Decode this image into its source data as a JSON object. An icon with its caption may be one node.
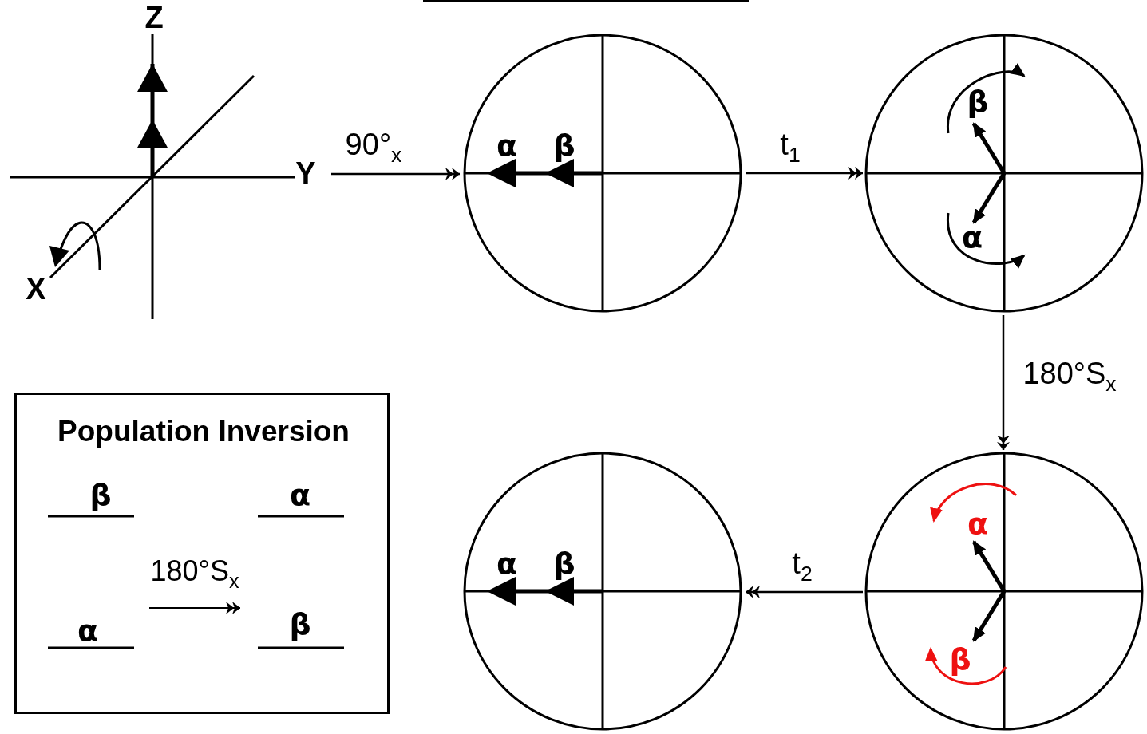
{
  "diagram": {
    "nodes": [
      {
        "text": [
          "Z",
          "Y",
          "X"
        ]
      },
      {
        "text": [
          "α",
          "β"
        ]
      },
      {
        "text": [
          "β",
          "α"
        ]
      },
      {
        "text": [
          "α",
          "β"
        ]
      },
      {
        "text": [
          "α",
          "β"
        ]
      },
      {
        "text": [
          "Population Inversion",
          "β",
          "α",
          "180°S$_{x}$",
          "α",
          "β"
        ]
      }
    ],
    "edges": [
      {
        "from": 0,
        "to": 1,
        "arrow": "to",
        "label": "90°$_{x}$"
      },
      {
        "from": 1,
        "to": 2,
        "arrow": "to",
        "label": "t$_{1}$"
      },
      {
        "from": 2,
        "to": 3,
        "arrow": "to",
        "label": "180°S$_{x}$"
      },
      {
        "from": 3,
        "to": 4,
        "arrow": "to",
        "label": "t$_{2}$"
      }
    ]
  }
}
